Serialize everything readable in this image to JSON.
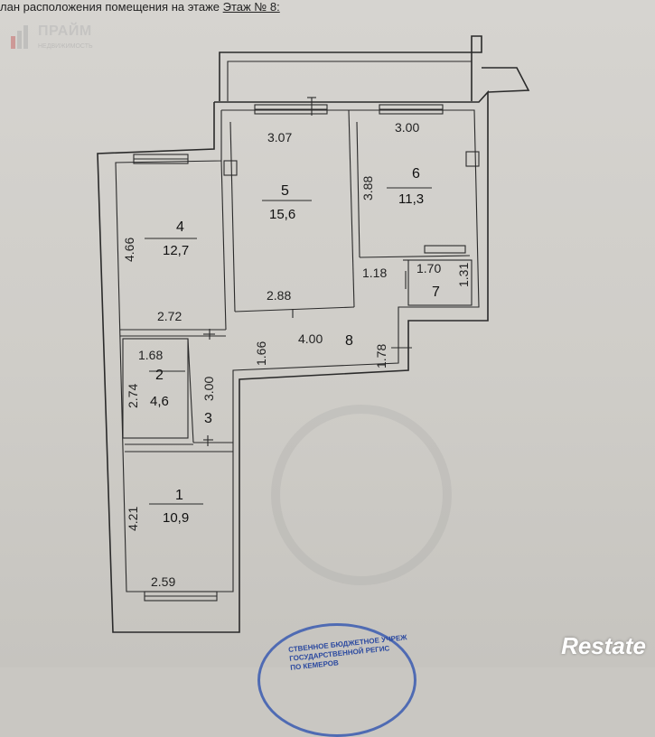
{
  "header": {
    "prefix": "лан расположения помещения на этаже",
    "floor": "Этаж № 8:"
  },
  "logo": {
    "name": "ПРАЙМ",
    "tagline": "НЕДВИЖИМОСТЬ"
  },
  "rooms": [
    {
      "num": "1",
      "area": "10,9"
    },
    {
      "num": "2",
      "area": "4,6"
    },
    {
      "num": "3",
      "area": ""
    },
    {
      "num": "4",
      "area": "12,7"
    },
    {
      "num": "5",
      "area": "15,6"
    },
    {
      "num": "6",
      "area": "11,3"
    },
    {
      "num": "7",
      "area": ""
    },
    {
      "num": "8",
      "area": ""
    }
  ],
  "dims": {
    "d307": "3.07",
    "d300_top": "3.00",
    "d388": "3.88",
    "d466": "4.66",
    "d272": "2.72",
    "d288": "2.88",
    "d118": "1.18",
    "d170": "1.70",
    "d131": "1.31",
    "d168": "1.68",
    "d274": "2.74",
    "d300_v": "3.00",
    "d166": "1.66",
    "d400": "4.00",
    "d178": "1.78",
    "d421": "4.21",
    "d259": "2.59"
  },
  "stamp": {
    "line1": "СТВЕННОЕ БЮДЖЕТНОЕ УЧРЕЖ",
    "line2": "ГОСУДАРСТВЕННОЙ РЕГИС",
    "line3": "ПО КЕМЕРОВ"
  },
  "watermark": {
    "brand": "Restate"
  }
}
